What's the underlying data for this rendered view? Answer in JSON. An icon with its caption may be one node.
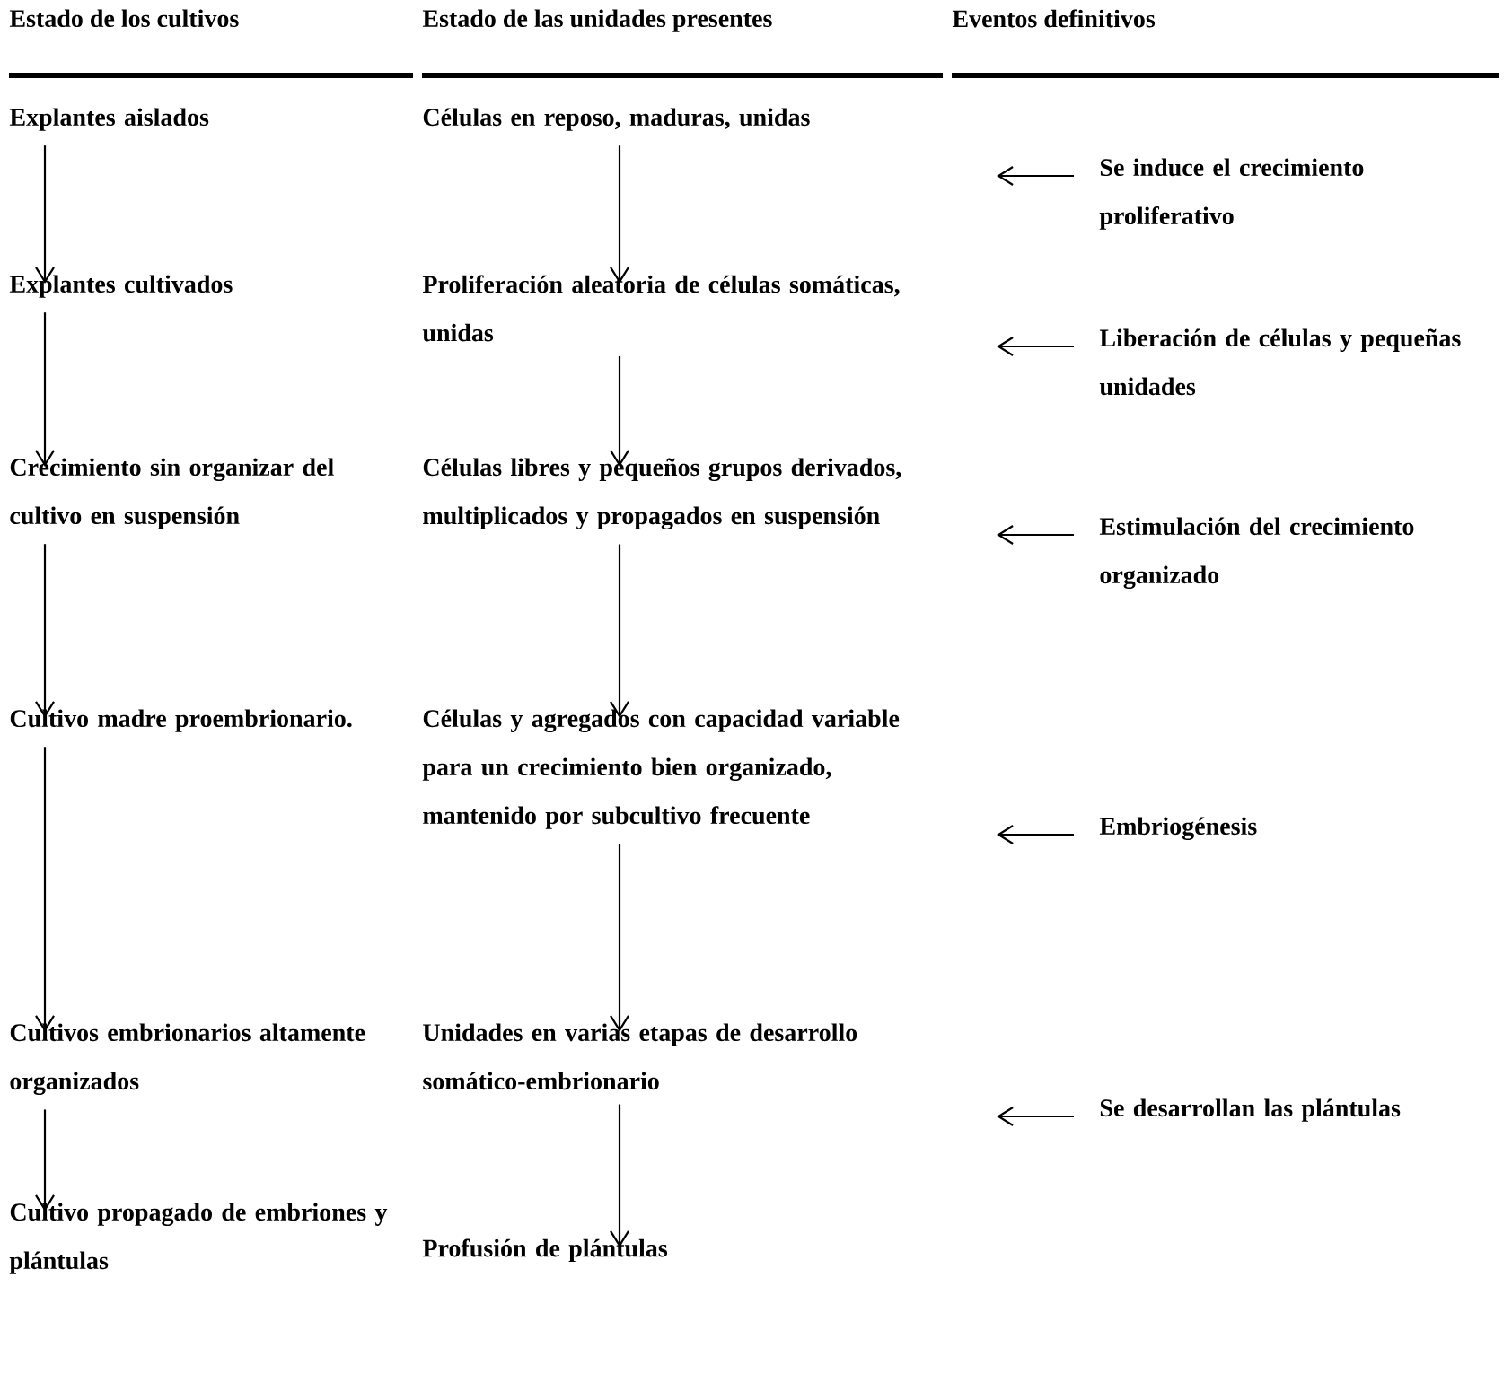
{
  "diagram": {
    "nodes": [
      {
        "text": [
          "Explantes aislados"
        ]
      },
      {
        "text": [
          "Explantes cultivados"
        ]
      },
      {
        "text": [
          "Crecimiento sin organizar del cultivo en suspensión"
        ]
      },
      {
        "text": [
          "Cultivo madre proembrionario."
        ]
      },
      {
        "text": [
          "Cultivos embrionarios altamente organizados"
        ]
      },
      {
        "text": [
          "Cultivo propagado de embriones y plántulas"
        ]
      },
      {
        "text": [
          "Células en reposo, maduras, unidas"
        ]
      },
      {
        "text": [
          "Proliferación aleatoria de células somáticas, unidas"
        ]
      },
      {
        "text": [
          "Células libres y pequeños grupos derivados, multiplicados y propagados en suspensión"
        ]
      },
      {
        "text": [
          "Células y agregados con capacidad variable para un crecimiento bien organizado, mantenido por subcultivo frecuente"
        ]
      },
      {
        "text": [
          "Unidades en varias etapas de desarrollo somático-embrionario"
        ]
      },
      {
        "text": [
          "Profusión de plántulas"
        ]
      },
      {
        "text": [
          "Se induce el crecimiento proliferativo"
        ]
      },
      {
        "text": [
          "Liberación de células y pequeñas unidades"
        ]
      },
      {
        "text": [
          "Estimulación del crecimiento organizado"
        ]
      },
      {
        "text": [
          "Embriogénesis"
        ]
      },
      {
        "text": [
          "Se desarrollan las plántulas"
        ]
      }
    ],
    "edges": [
      {
        "from": 0,
        "to": 1,
        "arrow": "to"
      },
      {
        "from": 1,
        "to": 2,
        "arrow": "to"
      },
      {
        "from": 2,
        "to": 3,
        "arrow": "to"
      },
      {
        "from": 3,
        "to": 4,
        "arrow": "to"
      },
      {
        "from": 4,
        "to": 5,
        "arrow": "to"
      },
      {
        "from": 6,
        "to": 7,
        "arrow": "to"
      },
      {
        "from": 7,
        "to": 8,
        "arrow": "to"
      },
      {
        "from": 8,
        "to": 9,
        "arrow": "to"
      },
      {
        "from": 9,
        "to": 10,
        "arrow": "to"
      },
      {
        "from": 10,
        "to": 11,
        "arrow": "to"
      },
      {
        "from": 12,
        "to": null,
        "arrow": "to"
      },
      {
        "from": 13,
        "to": null,
        "arrow": "to"
      },
      {
        "from": 14,
        "to": null,
        "arrow": "to"
      },
      {
        "from": 15,
        "to": null,
        "arrow": "to"
      },
      {
        "from": 16,
        "to": null,
        "arrow": "to"
      }
    ],
    "labels": [
      "Estado de los cultivos",
      "Estado de las unidades presentes",
      "Eventos definitivos"
    ]
  }
}
